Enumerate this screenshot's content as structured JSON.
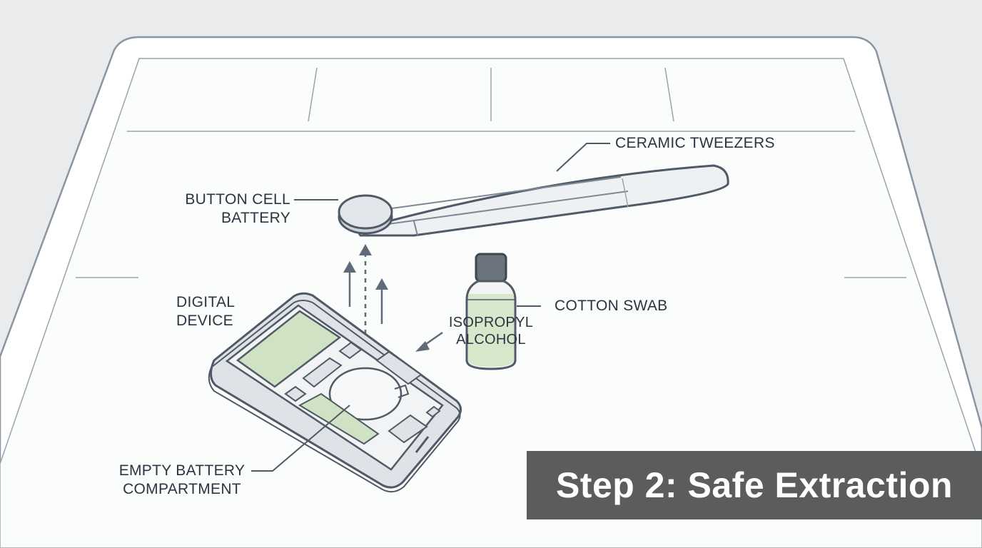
{
  "title": "Step 2: Safe Extraction",
  "labels": {
    "tweezers": "CERAMIC TWEEZERS",
    "battery_line1": "BUTTON CELL",
    "battery_line2": "BATTERY",
    "device_line1": "DIGITAL",
    "device_line2": "DEVICE",
    "swab": "COTTON SWAB",
    "alcohol_line1": "ISOPROPYL",
    "alcohol_line2": "ALCOHOL",
    "compartment_line1": "EMPTY BATTERY",
    "compartment_line2": "COMPARTMENT"
  },
  "icons": {
    "tweezers": "tweezers-icon",
    "battery": "button-cell-battery-icon",
    "device": "digital-device-icon",
    "bottle": "alcohol-bottle-icon",
    "arrows": "arrow-up-icon"
  },
  "colors": {
    "background": "#e9ebed",
    "mat": "#ffffff",
    "outline": "#5f6b78",
    "screen_green": "#cfe3c4",
    "title_bg": "#5a5c5e",
    "title_text": "#ffffff"
  }
}
